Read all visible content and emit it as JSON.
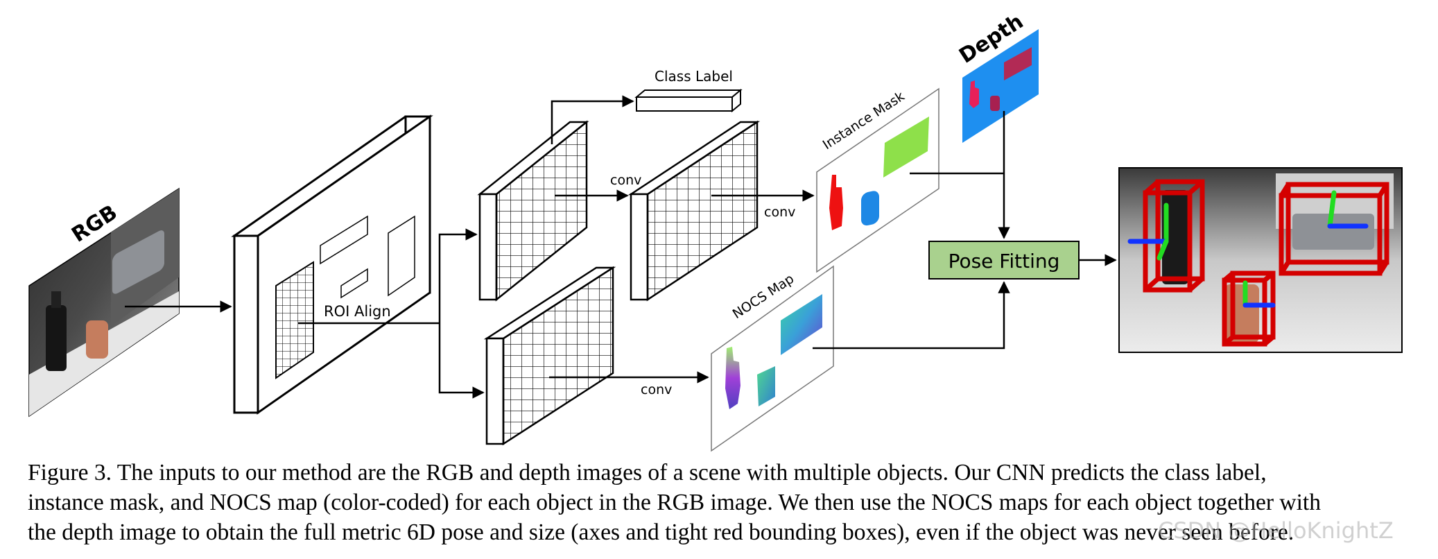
{
  "diagram": {
    "labels": {
      "rgb": "RGB",
      "depth": "Depth",
      "class_label": "Class Label",
      "instance_mask": "Instance Mask",
      "nocs_map": "NOCS Map",
      "roi_align": "ROI Align",
      "conv1": "conv",
      "conv2": "conv",
      "conv3": "conv",
      "pose_fitting": "Pose Fitting"
    },
    "colors": {
      "pose_box_fill": "#a9d18e",
      "depth_bg": "#1e8ff0",
      "bbox_red": "#d40000",
      "axis_green": "#22dd22",
      "axis_blue": "#1133ff",
      "mask_red": "#ee1111",
      "mask_blue": "#1e88e5",
      "mask_green": "#8ee04a"
    }
  },
  "caption": {
    "line1": "Figure 3. The inputs to our method are the RGB and depth images of a scene with multiple objects.  Our CNN predicts the class label,",
    "line2": "instance mask, and NOCS map (color-coded) for each object in the RGB image. We then use the NOCS maps for each object together with",
    "line3": "the depth image to obtain the full metric 6D pose and size (axes and tight red bounding boxes), even if the object was never seen before."
  },
  "watermark": "CSDN @HelloKnightZ"
}
